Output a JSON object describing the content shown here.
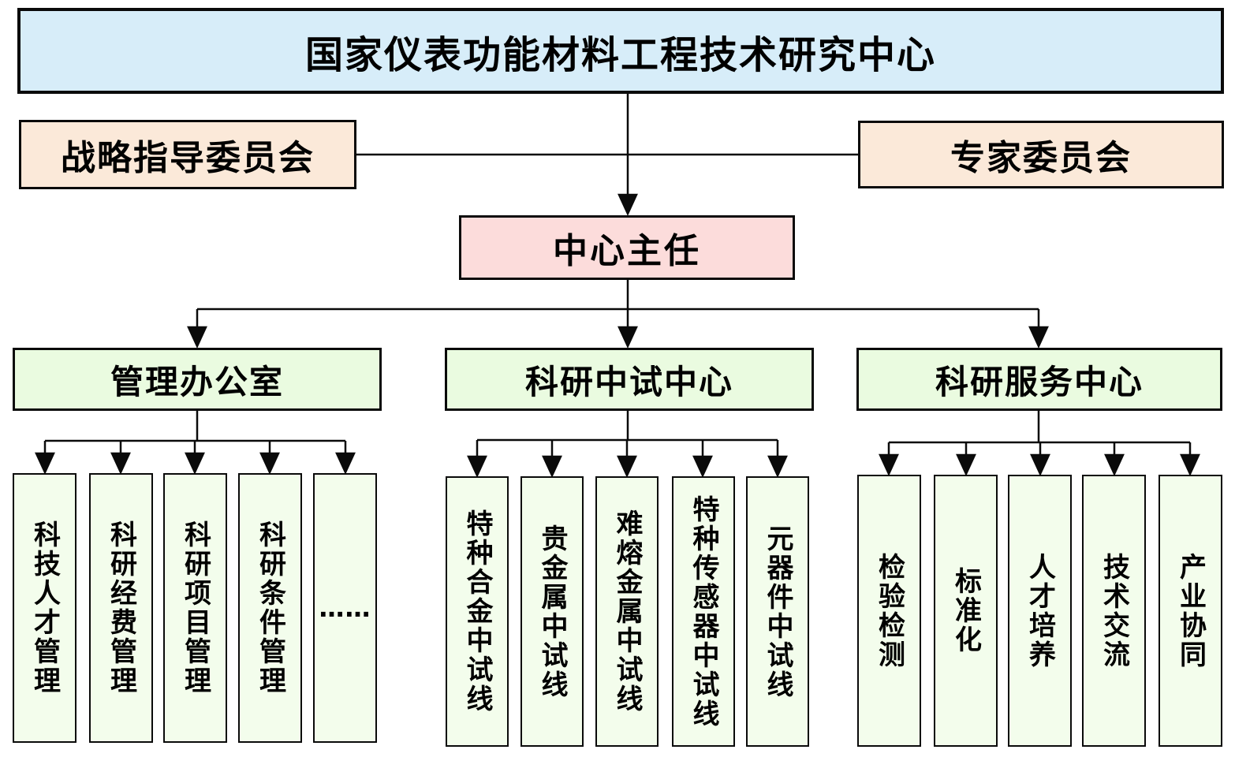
{
  "title": "国家仪表功能材料工程技术研究中心",
  "committees": {
    "left": "战略指导委员会",
    "right": "专家委员会"
  },
  "director": "中心主任",
  "groups": [
    {
      "name": "管理办公室",
      "children": [
        "科技人才管理",
        "科研经费管理",
        "科研项目管理",
        "科研条件管理",
        "……"
      ]
    },
    {
      "name": "科研中试中心",
      "children": [
        "特种合金中试线",
        "贵金属中试线",
        "难熔金属中试线",
        "特种传感器中试线",
        "元器件中试线"
      ]
    },
    {
      "name": "科研服务中心",
      "children": [
        "检验检测",
        "标准化",
        "人才培养",
        "技术交流",
        "产业协同"
      ]
    }
  ],
  "colors": {
    "root_bg": "#d7edf9",
    "committee_bg": "#fbe9d9",
    "director_bg": "#fcdcdb",
    "dept_bg": "#eafbe0",
    "leaf_bg": "#f3fdec",
    "line": "#000000"
  }
}
